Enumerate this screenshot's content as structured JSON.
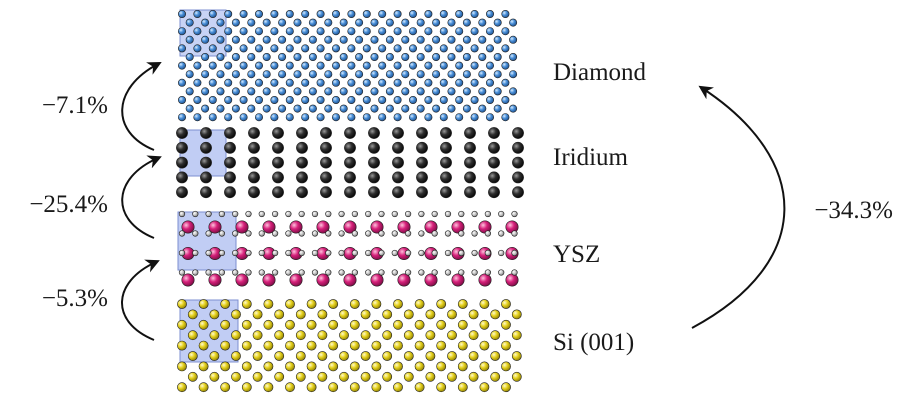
{
  "layers": [
    {
      "id": "diamond",
      "label": "Diamond",
      "color": "#4a90d9",
      "highlight": "#aebff0"
    },
    {
      "id": "iridium",
      "label": "Iridium",
      "color": "#2e2e2e",
      "highlight": "#aebff0"
    },
    {
      "id": "ysz",
      "label": "YSZ",
      "color": "#d6207a",
      "secondary_color": "#c8c8c8",
      "highlight": "#aebff0"
    },
    {
      "id": "si",
      "label": "Si (001)",
      "color": "#e6d21e",
      "highlight": "#aebff0"
    }
  ],
  "mismatches": {
    "si_to_ysz": "−5.3%",
    "ysz_to_iridium": "−25.4%",
    "iridium_to_diamond": "−7.1%",
    "si_to_diamond": "−34.3%"
  }
}
